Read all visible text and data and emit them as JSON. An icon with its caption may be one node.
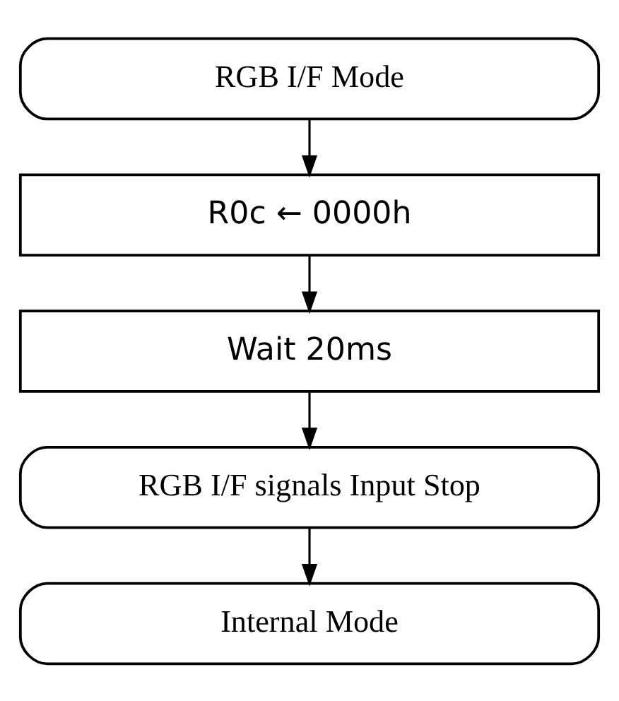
{
  "diagram": {
    "nodes": [
      {
        "text": [
          "RGB I/F Mode"
        ]
      },
      {
        "text": [
          "R0c ← 0000h"
        ]
      },
      {
        "text": [
          "Wait 20ms"
        ]
      },
      {
        "text": [
          "RGB I/F signals Input Stop"
        ]
      },
      {
        "text": [
          "Internal Mode"
        ]
      }
    ],
    "edges": [
      {
        "from": 0,
        "to": 1,
        "arrow": "to"
      },
      {
        "from": 1,
        "to": 2,
        "arrow": "to"
      },
      {
        "from": 2,
        "to": 3,
        "arrow": "to"
      },
      {
        "from": 3,
        "to": 4,
        "arrow": "to"
      }
    ]
  }
}
